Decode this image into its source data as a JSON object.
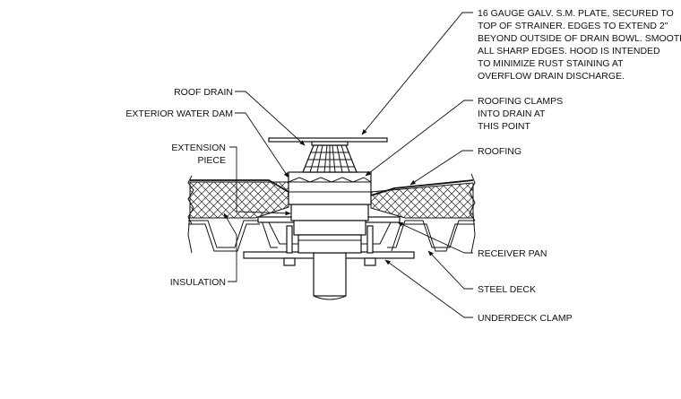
{
  "labels": {
    "plate_note": [
      "16 GAUGE GALV. S.M. PLATE, SECURED TO",
      "TOP OF STRAINER.  EDGES TO EXTEND 2\"",
      "BEYOND OUTSIDE OF DRAIN BOWL.  SMOOTH",
      "ALL SHARP EDGES.  HOOD IS INTENDED",
      "TO MINIMIZE RUST STAINING AT",
      "OVERFLOW DRAIN DISCHARGE."
    ],
    "roof_drain": "ROOF DRAIN",
    "exterior_water_dam": "EXTERIOR WATER DAM",
    "extension_piece": [
      "EXTENSION",
      "PIECE"
    ],
    "insulation": "INSULATION",
    "roofing_clamps": [
      "ROOFING CLAMPS",
      "INTO DRAIN AT",
      "THIS POINT"
    ],
    "roofing": "ROOFING",
    "receiver_pan": "RECEIVER PAN",
    "steel_deck": "STEEL DECK",
    "underdeck_clamp": "UNDERDECK CLAMP"
  }
}
